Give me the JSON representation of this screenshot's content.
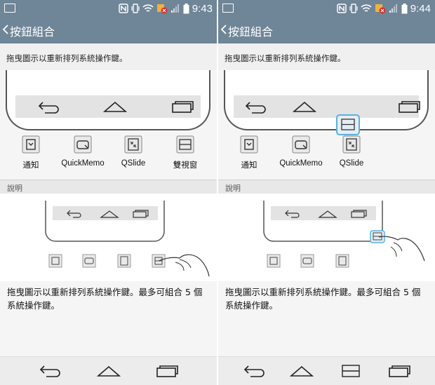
{
  "screens": [
    {
      "status": {
        "time": "9:43"
      },
      "appbar": {
        "title": "按鈕組合"
      },
      "instruction": "拖曳圖示以重新排列系統操作鍵。",
      "items": [
        {
          "label": "通知",
          "icon": "notification-icon"
        },
        {
          "label": "QuickMemo",
          "icon": "quickmemo-icon"
        },
        {
          "label": "QSlide",
          "icon": "qslide-icon"
        },
        {
          "label": "雙視窗",
          "icon": "dual-window-icon"
        }
      ],
      "description": {
        "heading": "說明",
        "text": "拖曳圖示以重新排列系統操作鍵。最多可組合 5 個系統操作鍵。"
      }
    },
    {
      "status": {
        "time": "9:44"
      },
      "appbar": {
        "title": "按鈕組合"
      },
      "instruction": "拖曳圖示以重新排列系統操作鍵。",
      "items": [
        {
          "label": "通知",
          "icon": "notification-icon"
        },
        {
          "label": "QuickMemo",
          "icon": "quickmemo-icon"
        },
        {
          "label": "QSlide",
          "icon": "qslide-icon"
        }
      ],
      "description": {
        "heading": "說明",
        "text": "拖曳圖示以重新排列系統操作鍵。最多可組合 5 個系統操作鍵。"
      }
    }
  ],
  "colors": {
    "bar": "#6f8598",
    "highlight": "#5ab0e0"
  }
}
